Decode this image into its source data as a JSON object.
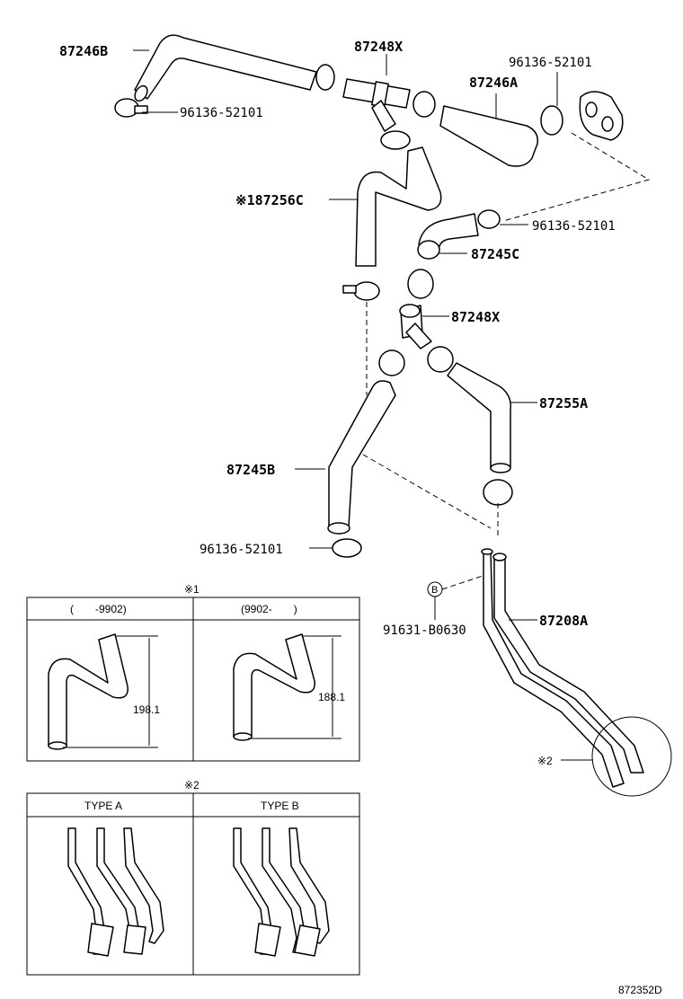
{
  "labels": {
    "p87246b": "87246B",
    "p87248x_top": "87248X",
    "p96136_top_right": "96136-52101",
    "p87246a": "87246A",
    "p96136_left": "96136-52101",
    "p87256c": "※187256C",
    "p96136_mid": "96136-52101",
    "p87245c": "87245C",
    "p87248x_mid": "87248X",
    "p87255a": "87255A",
    "p87245b": "87245B",
    "p96136_bottom": "96136-52101",
    "p91631": "91631-B0630",
    "p87208a": "87208A",
    "callout_b": "B",
    "note2_marker": "※2"
  },
  "box1": {
    "marker": "※1",
    "col1_header": "(　　-9902)",
    "col2_header": "(9902-　　)",
    "dim1": "198.1",
    "dim2": "188.1"
  },
  "box2": {
    "marker": "※2",
    "col1_header": "TYPE A",
    "col2_header": "TYPE B"
  },
  "figure_code": "872352D"
}
